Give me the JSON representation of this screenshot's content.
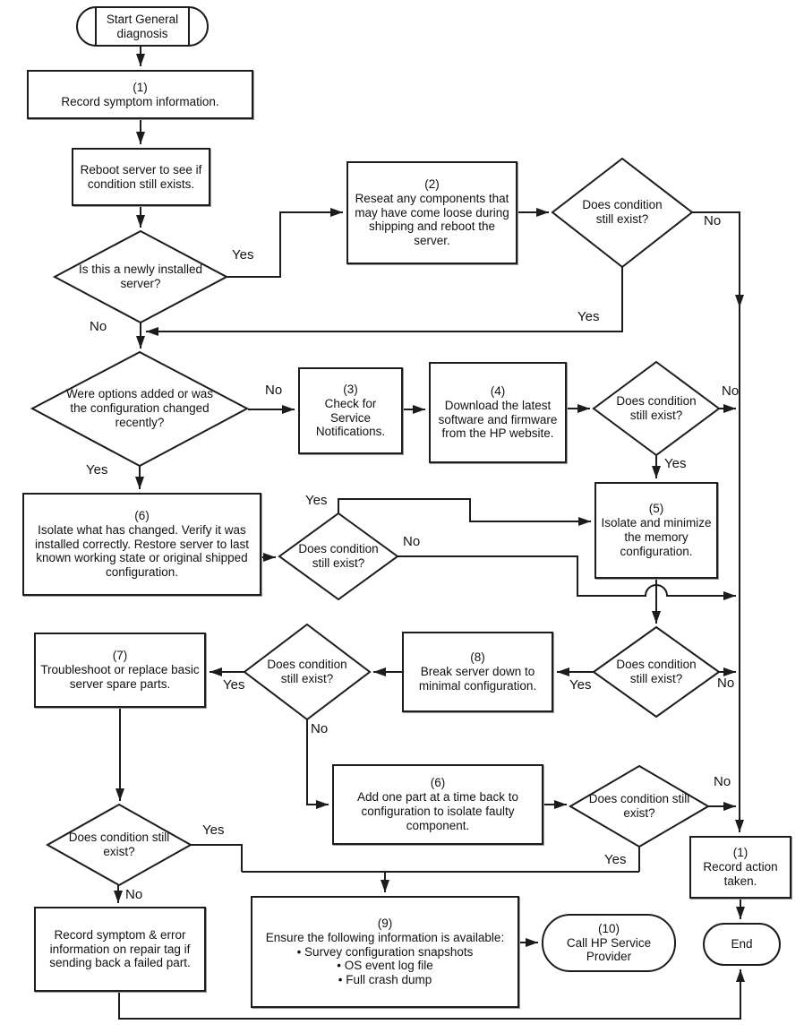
{
  "nodes": {
    "start": {
      "label": "Start General\ndiagnosis"
    },
    "record_symptom": {
      "step": "(1)",
      "label": "Record symptom information."
    },
    "reboot": {
      "label": "Reboot server to see if condition still exists."
    },
    "newly_installed": {
      "label": "Is this a newly installed server?"
    },
    "reseat": {
      "step": "(2)",
      "label": "Reseat any components that may have come loose during shipping and reboot the server."
    },
    "cond1": {
      "label": "Does condition still exist?"
    },
    "options_changed": {
      "label": "Were options added or was the configuration changed recently?"
    },
    "check_notifications": {
      "step": "(3)",
      "label": "Check for Service Notifications."
    },
    "download": {
      "step": "(4)",
      "label": "Download the latest software and firmware from the HP website."
    },
    "cond2": {
      "label": "Does condition still exist?"
    },
    "isolate_minimize": {
      "step": "(5)",
      "label": "Isolate and minimize the memory configuration."
    },
    "isolate_changed": {
      "step": "(6)",
      "label": "Isolate what has changed. Verify it was installed correctly. Restore server to last known working state or original shipped configuration."
    },
    "cond3": {
      "label": "Does condition still exist?"
    },
    "troubleshoot": {
      "step": "(7)",
      "label": "Troubleshoot or replace basic server spare parts."
    },
    "cond4": {
      "label": "Does condition still exist?"
    },
    "break_server": {
      "step": "(8)",
      "label": "Break server down to minimal configuration."
    },
    "cond5": {
      "label": "Does condition still exist?"
    },
    "add_one_part": {
      "step": "(6)",
      "label": "Add one part at a time back to configuration to isolate faulty component."
    },
    "cond6": {
      "label": "Does condition still exist?"
    },
    "cond7": {
      "label": "Does condition still exist?"
    },
    "record_symptom_error": {
      "label": "Record symptom & error information on repair tag if sending back a failed part."
    },
    "ensure_info": {
      "step": "(9)",
      "label": "Ensure the following information is available:",
      "bullets": [
        "• Survey configuration snapshots",
        "• OS event log file",
        "• Full crash dump"
      ]
    },
    "call_hp": {
      "step": "(10)",
      "label": "Call HP Service Provider"
    },
    "record_action": {
      "step": "(1)",
      "label": "Record action taken."
    },
    "end": {
      "label": "End"
    }
  },
  "edge_labels": {
    "newly_installed_yes": "Yes",
    "newly_installed_no": "No",
    "cond1_no": "No",
    "cond1_yes": "Yes",
    "options_no": "No",
    "options_yes": "Yes",
    "cond2_no": "No",
    "cond2_yes": "Yes",
    "cond3_yes": "Yes",
    "cond3_no": "No",
    "cond4_yes": "Yes",
    "cond4_no": "No",
    "cond5_yes": "Yes",
    "cond5_no": "No",
    "cond6_no": "No",
    "cond6_yes": "Yes",
    "cond7_yes": "Yes",
    "cond7_no": "No"
  },
  "colors": {
    "line": "#1c1c1c",
    "background": "#ffffff"
  }
}
